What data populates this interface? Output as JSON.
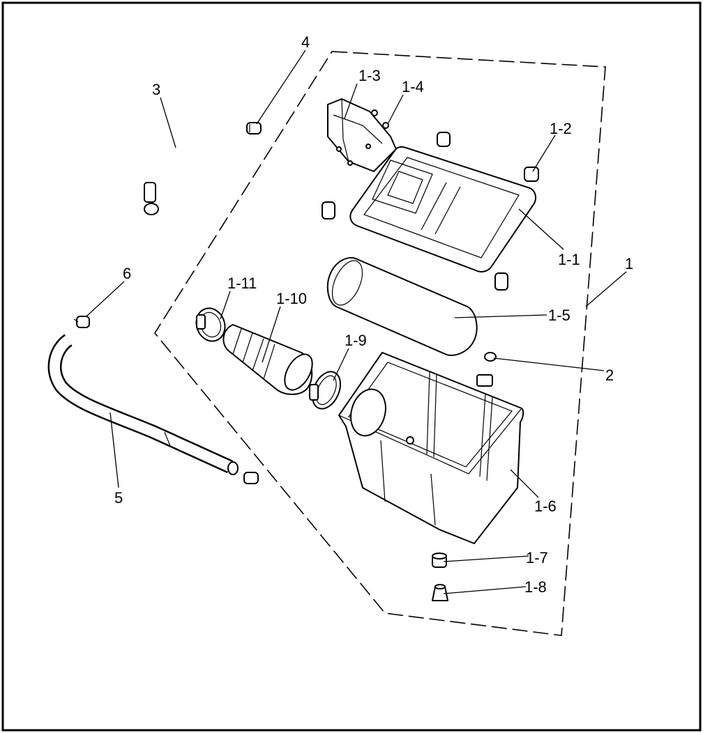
{
  "diagram": {
    "labels": {
      "p1": "1",
      "p1_1": "1-1",
      "p1_2": "1-2",
      "p1_3": "1-3",
      "p1_4": "1-4",
      "p1_5": "1-5",
      "p1_6": "1-6",
      "p1_7": "1-7",
      "p1_8": "1-8",
      "p1_9": "1-9",
      "p1_10": "1-10",
      "p1_11": "1-11",
      "p2": "2",
      "p3": "3",
      "p4": "4",
      "p5": "5",
      "p6": "6"
    }
  }
}
